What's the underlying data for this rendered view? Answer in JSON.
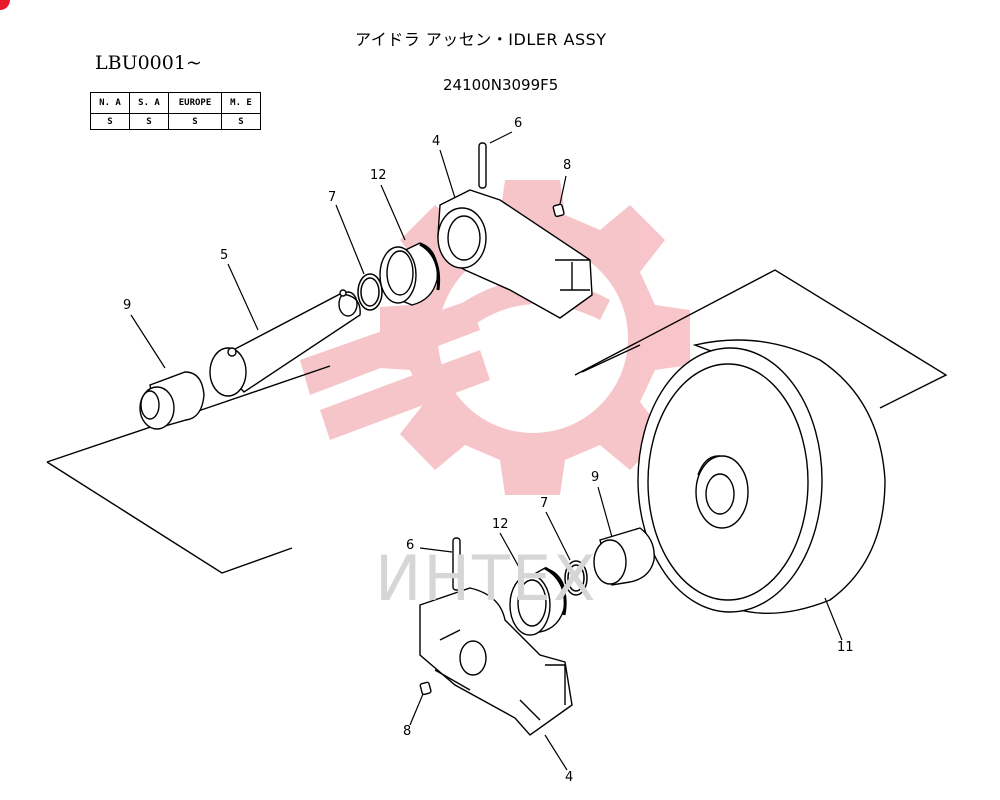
{
  "title": "アイドラ アッセン・IDLER ASSY",
  "part_number": "24100N3099F5",
  "serial_range": "LBU0001~",
  "markets": {
    "headers": [
      "N. A",
      "S. A",
      "EUROPE",
      "M. E"
    ],
    "values": [
      "S",
      "S",
      "S",
      "S"
    ]
  },
  "callouts": {
    "c4_top": "4",
    "c6_top": "6",
    "c8_top": "8",
    "c12_top": "12",
    "c7_top": "7",
    "c5": "5",
    "c9_left": "9",
    "c9_right": "9",
    "c7_bottom": "7",
    "c12_bottom": "12",
    "c6_bottom": "6",
    "c8_bottom": "8",
    "c4_bottom": "4",
    "c11": "11"
  },
  "watermark": {
    "text": "ИНТЕХ",
    "color": "#e8192c"
  },
  "colors": {
    "line": "#000000",
    "watermark_logo": "#f4b2b8",
    "watermark_text": "#d6d6d6"
  }
}
